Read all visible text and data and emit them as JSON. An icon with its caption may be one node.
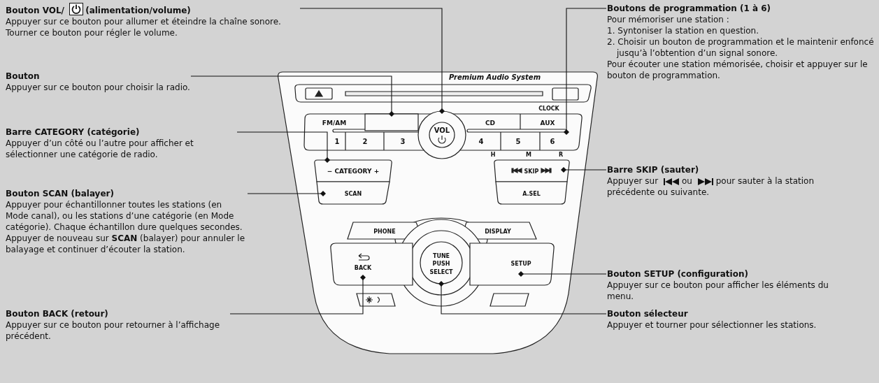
{
  "diagram": {
    "nodes": [
      {
        "text": [
          "Bouton VOL/",
          "(alimentation/volume)",
          "Appuyer sur ce bouton pour allumer et éteindre la chaîne sonore. Tourner ce bouton pour régler le volume."
        ]
      },
      {
        "text": [
          "Bouton",
          "Appuyer sur ce bouton pour choisir la radio."
        ]
      },
      {
        "text": [
          "Barre CATEGORY (catégorie)",
          "Appuyer d’un côté ou l’autre pour afficher et sélectionner une catégorie de radio."
        ]
      },
      {
        "text": [
          "Bouton SCAN (balayer)",
          "Appuyer pour échantillonner toutes les stations (en Mode canal), ou les stations d’une catégorie (en Mode catégorie). Chaque échantillon dure quelques secondes. Appuyer de nouveau sur **SCAN** (balayer) pour annuler le balayage et continuer d’écouter la station."
        ]
      },
      {
        "text": [
          "Bouton BACK (retour)",
          "Appuyer sur ce bouton pour retourner à l’affichage précédent."
        ]
      },
      {
        "text": [
          "Boutons de programmation (1 à 6)",
          "Pour mémoriser une station :",
          "1. Syntoniser la station en question.",
          "2. Choisir un bouton de programmation et le maintenir enfoncé jusqu’à l’obtention d’un signal sonore.",
          "Pour écouter une station mémorisée, choisir et appuyer sur le bouton de programmation."
        ]
      },
      {
        "text": [
          "Barre SKIP (sauter)",
          "Appuyer sur",
          "ou",
          "pour sauter à la station précédente ou suivante."
        ]
      },
      {
        "text": [
          "Bouton SETUP (configuration)",
          "Appuyer sur ce bouton pour afficher les éléments du menu."
        ]
      },
      {
        "text": [
          "Bouton sélecteur",
          "Appuyer et tourner pour sélectionner les stations."
        ]
      },
      {
        "text": [
          "VOL"
        ]
      },
      {
        "text": [],
        "shape": "box"
      },
      {
        "text": [
          "− CATEGORY +"
        ]
      },
      {
        "text": [
          "SCAN"
        ]
      },
      {
        "text": [],
        "shape": "bar"
      },
      {
        "text": [
          "SKIP"
        ]
      },
      {
        "text": [
          "BACK"
        ]
      },
      {
        "text": [
          "TUNE",
          "PUSH",
          "SELECT"
        ]
      },
      {
        "text": [
          "SETUP"
        ]
      },
      {
        "text": [
          "A.SEL"
        ]
      }
    ],
    "edges": [
      {
        "from": 0,
        "to": 9,
        "arrow": "other"
      },
      {
        "from": 1,
        "to": 10,
        "arrow": "other"
      },
      {
        "from": 2,
        "to": 11,
        "arrow": "other"
      },
      {
        "from": 3,
        "to": 12,
        "arrow": "other"
      },
      {
        "from": 4,
        "to": 15,
        "arrow": "other"
      },
      {
        "from": 5,
        "to": 13,
        "arrow": "other"
      },
      {
        "from": 6,
        "to": 14,
        "arrow": "other"
      },
      {
        "from": 7,
        "to": 17,
        "arrow": "other"
      },
      {
        "from": 8,
        "to": 16,
        "arrow": "other"
      }
    ],
    "labels": [
      "Premium Audio System",
      "CLOCK",
      "FM/AM",
      "CD",
      "AUX",
      "1",
      "2",
      "3",
      "4",
      "5",
      "6",
      "H",
      "M",
      "R",
      "PHONE",
      "DISPLAY"
    ]
  }
}
